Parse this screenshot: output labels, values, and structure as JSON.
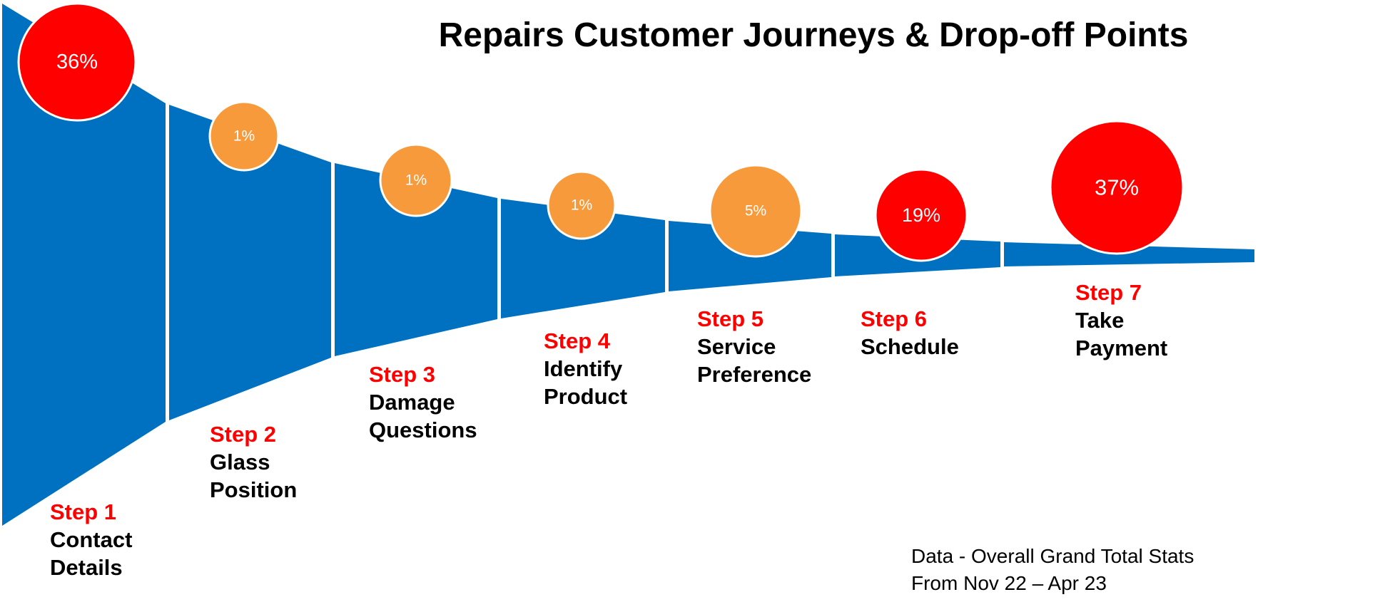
{
  "title": "Repairs Customer Journeys & Drop-off Points",
  "colors": {
    "funnel": "#0070c0",
    "high_dropoff": "#ff0000",
    "low_dropoff": "#f79a3c",
    "step_label": "#ff0000"
  },
  "steps": [
    {
      "step": "Step 1",
      "line1": "Contact",
      "line2": "Details",
      "dropoff": "36%",
      "dropoff_value": 36,
      "severity": "high"
    },
    {
      "step": "Step 2",
      "line1": "Glass",
      "line2": "Position",
      "dropoff": "1%",
      "dropoff_value": 1,
      "severity": "low"
    },
    {
      "step": "Step 3",
      "line1": "Damage",
      "line2": "Questions",
      "dropoff": "1%",
      "dropoff_value": 1,
      "severity": "low"
    },
    {
      "step": "Step 4",
      "line1": "Identify",
      "line2": "Product",
      "dropoff": "1%",
      "dropoff_value": 1,
      "severity": "low"
    },
    {
      "step": "Step 5",
      "line1": "Service",
      "line2": "Preference",
      "dropoff": "5%",
      "dropoff_value": 5,
      "severity": "low"
    },
    {
      "step": "Step 6",
      "line1": "Schedule",
      "line2": "",
      "dropoff": "19%",
      "dropoff_value": 19,
      "severity": "high"
    },
    {
      "step": "Step 7",
      "line1": "Take",
      "line2": "Payment",
      "dropoff": "37%",
      "dropoff_value": 37,
      "severity": "high"
    }
  ],
  "footnote": {
    "line1": "Data - Overall Grand Total Stats",
    "line2": "From Nov 22 – Apr 23"
  }
}
